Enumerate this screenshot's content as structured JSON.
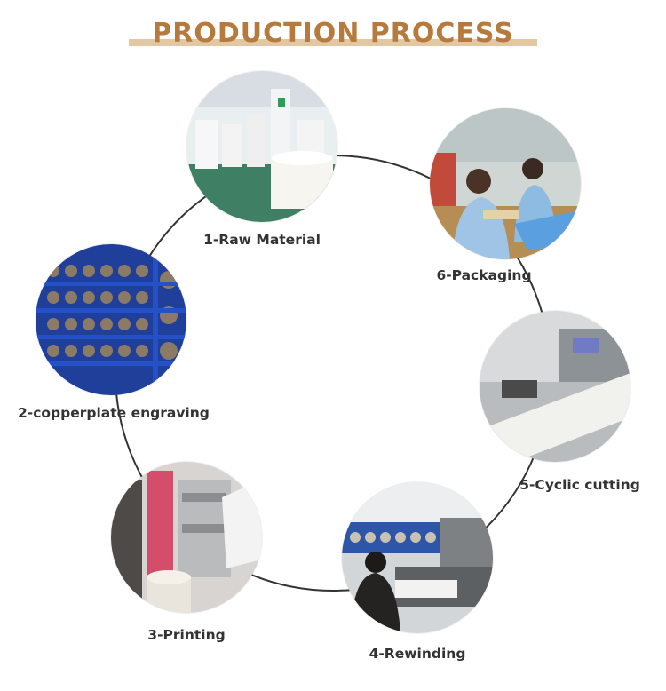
{
  "header": {
    "title": "PRODUCTION PROCESS"
  },
  "colors": {
    "title": "#b57a3c",
    "title_bar": "#e2c7a2",
    "ring": "#333333",
    "label": "#333333"
  },
  "steps": [
    {
      "label": "1-Raw Material",
      "photo": "warehouse-paper-rolls-photo"
    },
    {
      "label": "2-copperplate engraving",
      "photo": "copperplate-cylinders-rack-photo"
    },
    {
      "label": "3-Printing",
      "photo": "printing-machine-photo"
    },
    {
      "label": "4-Rewinding",
      "photo": "rewinding-machine-operator-photo"
    },
    {
      "label": "5-Cyclic cutting",
      "photo": "cutting-machine-photo"
    },
    {
      "label": "6-Packaging",
      "photo": "workers-packaging-photo"
    }
  ]
}
